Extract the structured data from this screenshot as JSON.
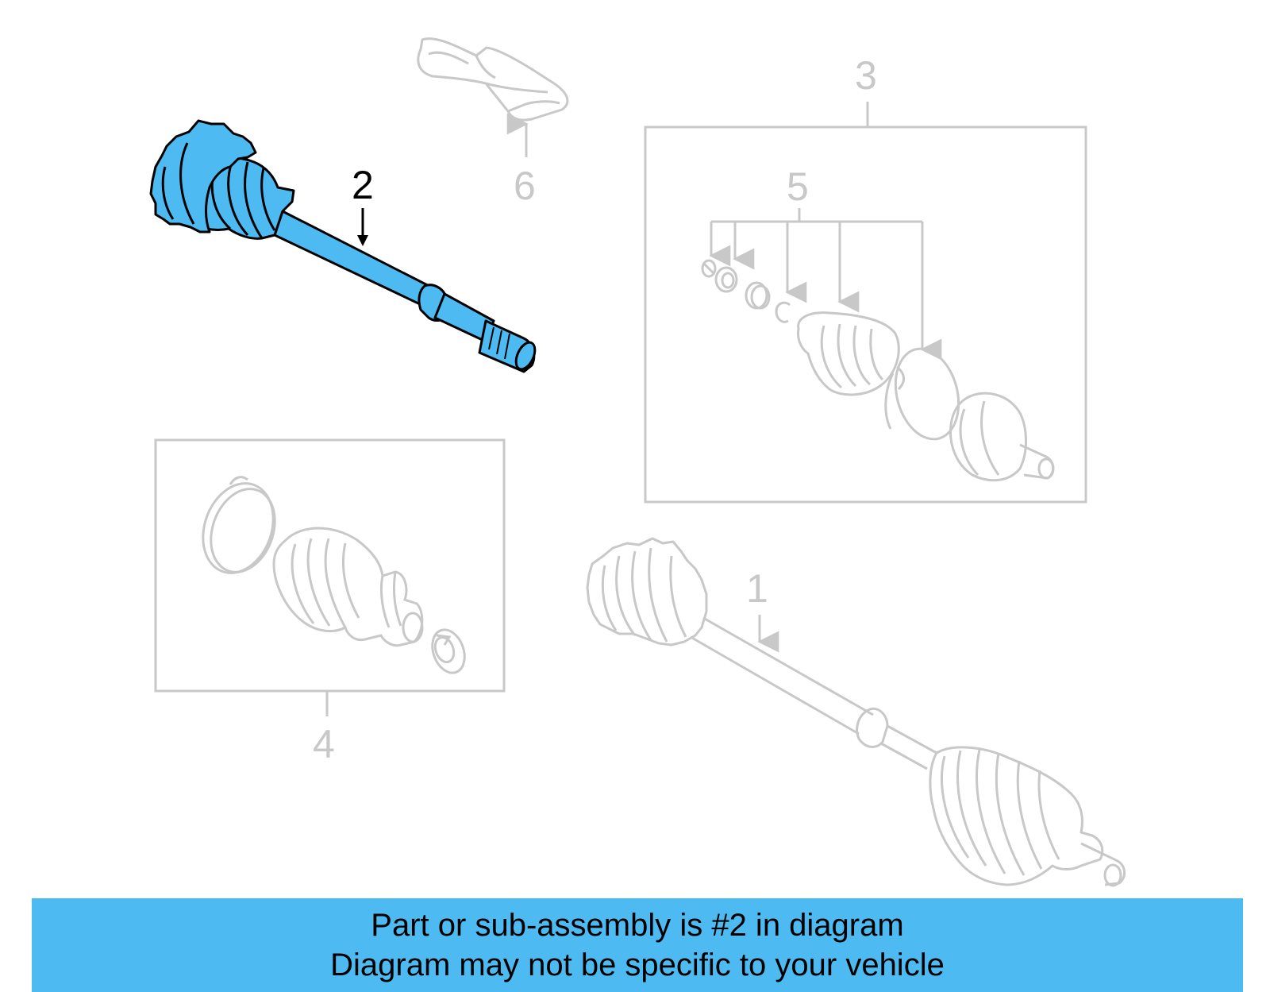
{
  "callouts": {
    "c1": "1",
    "c2": "2",
    "c3": "3",
    "c4": "4",
    "c5": "5",
    "c6": "6"
  },
  "highlighted_part": "2",
  "colors": {
    "highlight_fill": "#4dbbf2",
    "ghost_line": "#c8c8c8",
    "banner_bg": "#4dbbf2"
  },
  "banner": {
    "line1": "Part or sub-assembly is #2 in diagram",
    "line2": "Diagram may not be specific to your vehicle"
  }
}
